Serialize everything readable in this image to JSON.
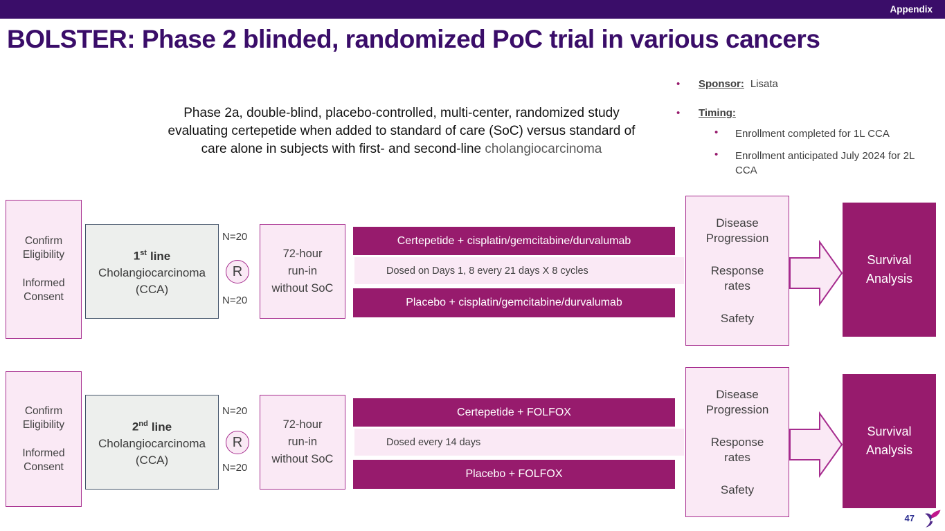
{
  "colors": {
    "brand_purple": "#3A0D69",
    "magenta": "#971B6D",
    "light_pink": "#FAE9F5",
    "border_magenta": "#A62C8E",
    "gray_box": "#EDEFED",
    "page_number_blue": "#2E3192"
  },
  "header": {
    "tag": "Appendix"
  },
  "title": "BOLSTER: Phase 2 blinded, randomized PoC trial in various cancers",
  "description": {
    "line1": "Phase 2a, double-blind, placebo-controlled, multi-center, randomized study",
    "line2": "evaluating certepetide when added to standard of care (SoC) versus standard of",
    "line3_prefix": "care alone in subjects with first- and second-line",
    "line3_highlight": "cholangiocarcinoma"
  },
  "info": {
    "sponsor_label": "Sponsor:",
    "sponsor_value": "Lisata",
    "timing_label": "Timing:",
    "timing_items": [
      "Enrollment completed for 1L CCA",
      "Enrollment anticipated July 2024 for 2L CCA"
    ]
  },
  "rows": [
    {
      "eligibility": "Confirm Eligibility",
      "consent": "Informed Consent",
      "line_num": "1",
      "line_sup": "st",
      "line_word": "line",
      "cohort_name": "Cholangiocarcinoma",
      "cohort_abbr": "(CCA)",
      "n_top": "N=20",
      "n_bottom": "N=20",
      "randomization": "R",
      "runin_lines": [
        "72-hour",
        "run-in",
        "without SoC"
      ],
      "arm_top": "Certepetide + cisplatin/gemcitabine/durvalumab",
      "dosing": "Dosed on Days 1, 8 every 21 days X 8 cycles",
      "arm_bottom": "Placebo + cisplatin/gemcitabine/durvalumab",
      "outcomes": [
        "Disease Progression",
        "Response rates",
        "Safety"
      ],
      "endpoint": "Survival Analysis"
    },
    {
      "eligibility": "Confirm Eligibility",
      "consent": "Informed Consent",
      "line_num": "2",
      "line_sup": "nd",
      "line_word": "line",
      "cohort_name": "Cholangiocarcinoma",
      "cohort_abbr": "(CCA)",
      "n_top": "N=20",
      "n_bottom": "N=20",
      "randomization": "R",
      "runin_lines": [
        "72-hour",
        "run-in",
        "without SoC"
      ],
      "arm_top": "Certepetide + FOLFOX",
      "dosing": "Dosed every 14 days",
      "arm_bottom": "Placebo + FOLFOX",
      "outcomes": [
        "Disease Progression",
        "Response rates",
        "Safety"
      ],
      "endpoint": "Survival Analysis"
    }
  ],
  "footer": {
    "page_number": "47"
  }
}
